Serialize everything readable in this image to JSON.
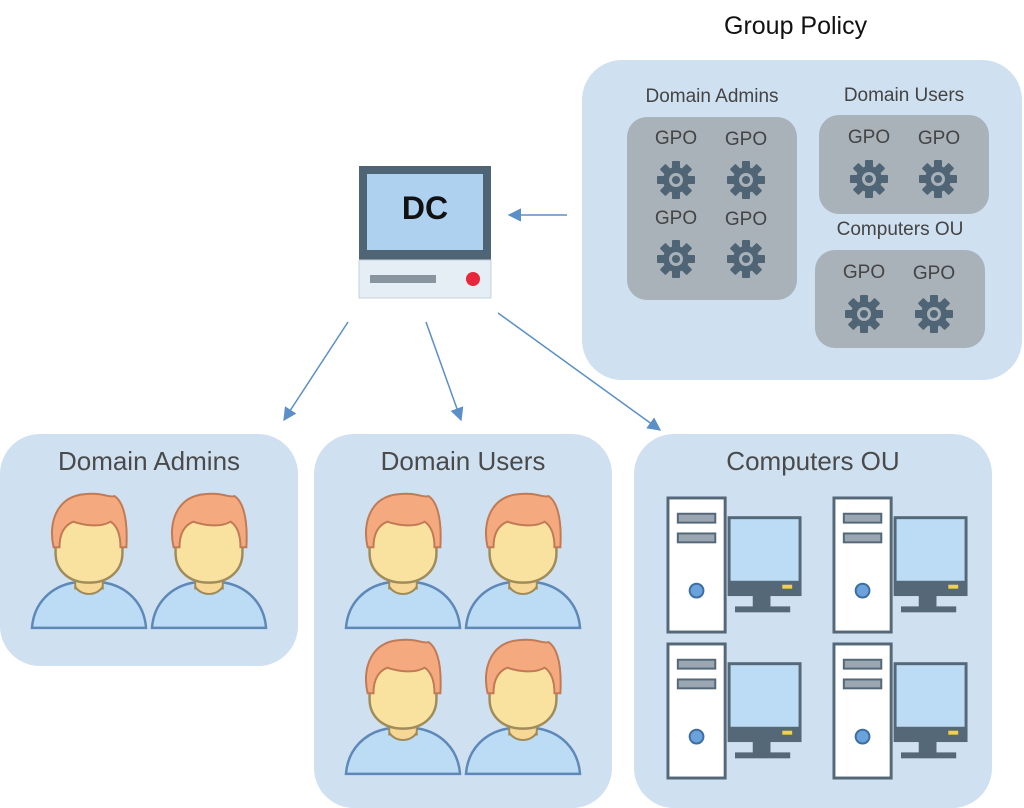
{
  "title": "Group Policy",
  "dc": {
    "label": "DC"
  },
  "group_policy": {
    "domain_admins": {
      "label": "Domain Admins",
      "gpos": [
        "GPO",
        "GPO",
        "GPO",
        "GPO"
      ]
    },
    "domain_users": {
      "label": "Domain Users",
      "gpos": [
        "GPO",
        "GPO"
      ]
    },
    "computers_ou": {
      "label": "Computers OU",
      "gpos": [
        "GPO",
        "GPO"
      ]
    }
  },
  "targets": {
    "domain_admins": {
      "label": "Domain Admins",
      "icon": "user-icon",
      "count": 2
    },
    "domain_users": {
      "label": "Domain Users",
      "icon": "user-icon",
      "count": 4
    },
    "computers_ou": {
      "label": "Computers OU",
      "icon": "workstation-icon",
      "count": 4
    }
  },
  "colors": {
    "panel": "#cfe0f1",
    "gpo_group": "#a9b1b9",
    "gear": "#4f6474",
    "arrow": "#5b8fc7",
    "dc_screen": "#aed1ef",
    "dc_frame": "#4f6474",
    "dc_led": "#e8283a"
  }
}
